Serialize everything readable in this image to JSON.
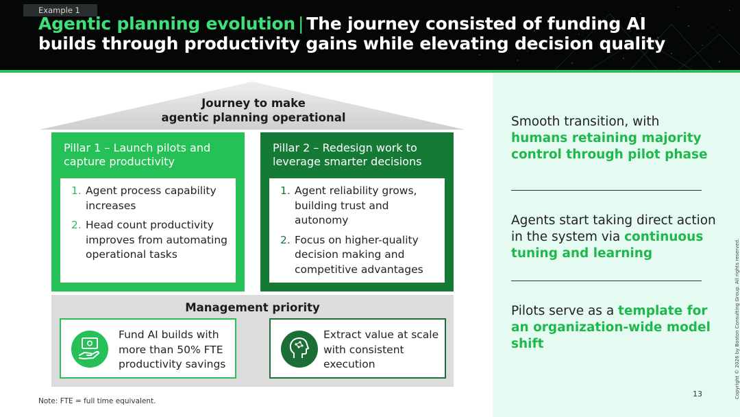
{
  "header": {
    "tag": "Example 1",
    "title_highlight": "Agentic planning evolution",
    "title_separator": "|",
    "title_rest": "The journey consisted of funding AI builds through productivity gains while elevating decision quality"
  },
  "roof": {
    "title_line1": "Journey to make",
    "title_line2": "agentic planning operational"
  },
  "pillars": [
    {
      "title": "Pillar 1 – Launch pilots and capture productivity",
      "items": [
        {
          "num": "1.",
          "text": "Agent process capability increases"
        },
        {
          "num": "2.",
          "text": "Head count productivity improves from automating operational tasks"
        }
      ]
    },
    {
      "title": "Pillar 2 – Redesign work to leverage smarter decisions",
      "items": [
        {
          "num": "1.",
          "text": "Agent reliability grows, building trust and autonomy"
        },
        {
          "num": "2.",
          "text": "Focus on higher-quality decision making and competitive advantages"
        }
      ]
    }
  ],
  "management": {
    "title": "Management priority",
    "cards": [
      {
        "icon": "money-hand-icon",
        "text": "Fund AI builds with more than 50% FTE productivity savings"
      },
      {
        "icon": "ai-head-icon",
        "text": "Extract value at scale with consistent execution"
      }
    ]
  },
  "right_panel": {
    "points": [
      {
        "plain": "Smooth transition, with ",
        "bold": "humans retaining majority control through pilot phase",
        "after": ""
      },
      {
        "plain": "Agents start taking direct action in the system via ",
        "bold": "continuous tuning and learning",
        "after": ""
      },
      {
        "plain": "Pilots serve as a ",
        "bold": "template for an organization-wide model shift",
        "after": ""
      }
    ]
  },
  "footer": {
    "note": "Note: FTE = full time equivalent.",
    "page_number": "13",
    "copyright": "Copyright © 2026 by Boston Consulting Group. All rights reserved."
  },
  "colors": {
    "header_bg": "#050707",
    "accent_green": "#25c157",
    "highlight_green": "#3ee07a",
    "dark_green": "#167a37",
    "panel_mint": "#e5faf0",
    "priority_gray": "#dcdcdc"
  }
}
